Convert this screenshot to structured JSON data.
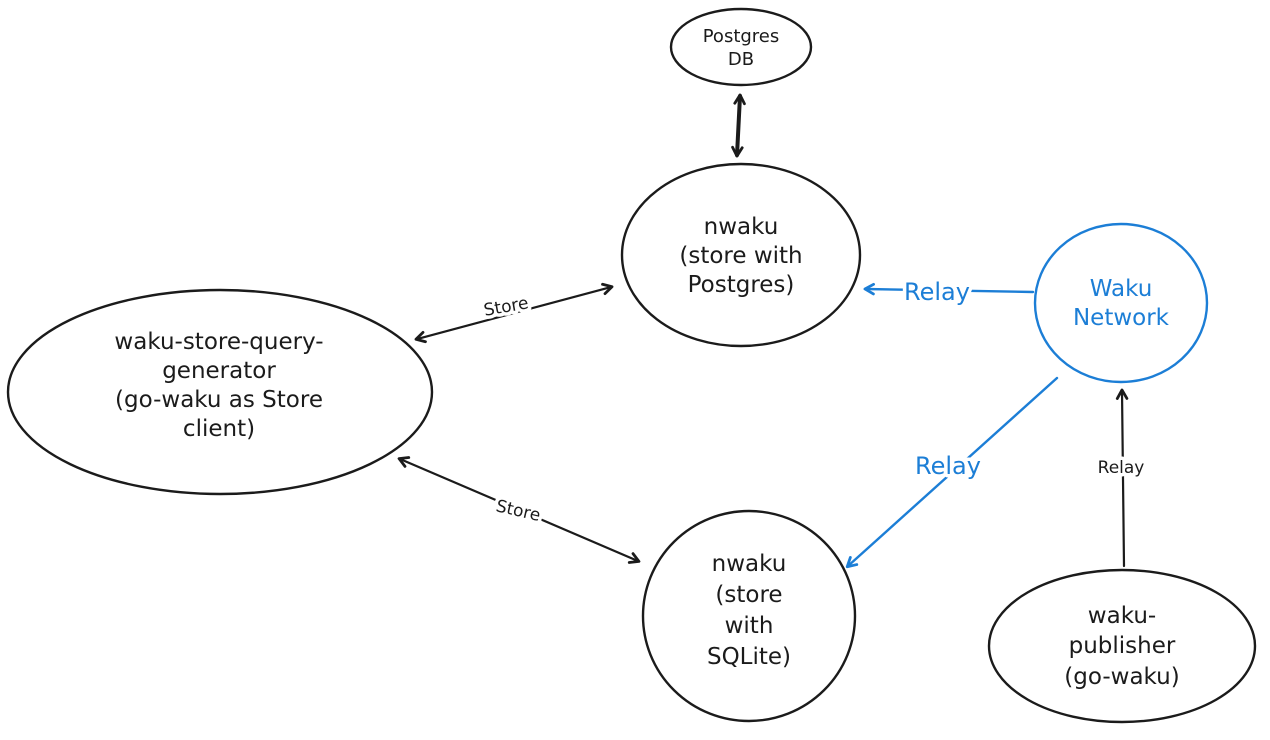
{
  "diagram": {
    "colors": {
      "ink": "#1b1b1b",
      "accent": "#1c7ed6",
      "background": "#ffffff"
    },
    "nodes": {
      "postgres_db": {
        "lines": [
          "Postgres",
          "DB"
        ]
      },
      "nwaku_store_postgres": {
        "lines": [
          "nwaku",
          "(store with",
          "Postgres)"
        ]
      },
      "waku_store_query_generator": {
        "lines": [
          "waku-store-query-",
          "generator",
          "(go-waku as Store",
          "client)"
        ]
      },
      "nwaku_store_sqlite": {
        "lines": [
          "nwaku",
          "(store",
          "with",
          "SQLite)"
        ]
      },
      "waku_network": {
        "lines": [
          "Waku",
          "Network"
        ]
      },
      "waku_publisher": {
        "lines": [
          "waku-",
          "publisher",
          "(go-waku)"
        ]
      }
    },
    "edges": {
      "store_query_to_nwaku_postgres": {
        "label": "Store"
      },
      "store_query_to_nwaku_sqlite": {
        "label": "Store"
      },
      "waku_network_to_nwaku_postgres": {
        "label": "Relay"
      },
      "waku_network_to_nwaku_sqlite": {
        "label": "Relay"
      },
      "waku_publisher_to_waku_network": {
        "label": "Relay"
      }
    }
  }
}
